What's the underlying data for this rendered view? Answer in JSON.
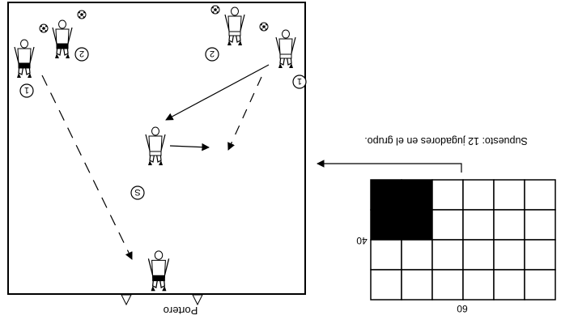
{
  "title": "Supuesto: 12 jugadores en el grupo.",
  "goalkeeper_label": "Portero",
  "grid": {
    "width_label": "60",
    "height_label": "40",
    "columns": 6,
    "rows": 4,
    "highlight": {
      "columns": 2,
      "rows": 2,
      "color": "#000000"
    }
  },
  "player_numbers": {
    "attacker_1": "1",
    "attacker_2": "2",
    "setter": "S",
    "defender_1": "1",
    "defender_2": "2"
  },
  "colors": {
    "line": "#000000",
    "field_bg": "#ffffff",
    "shorts_dark": "#000000",
    "shorts_light": "#ffffff"
  },
  "icons": [
    "soccer-ball-icon",
    "cone-icon",
    "player-icon",
    "arrow-icon"
  ]
}
